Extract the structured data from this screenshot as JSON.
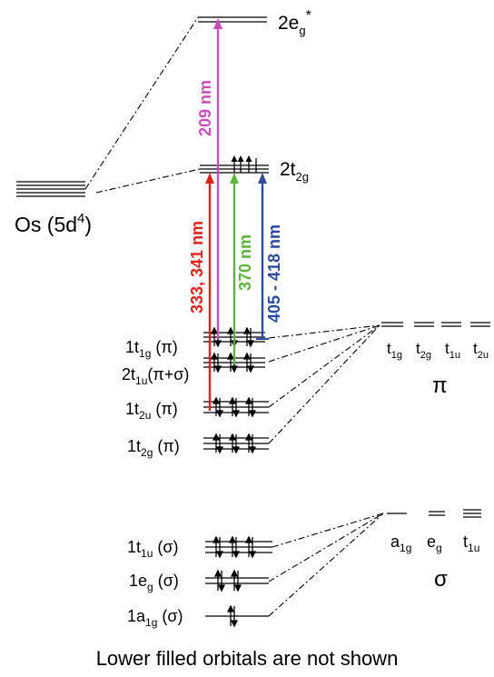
{
  "metal": {
    "label": "Os (5d",
    "config_sup": "4",
    "label_close": ")"
  },
  "levels": {
    "eg_star": {
      "main": "2e",
      "sub": "g",
      "sup": "*"
    },
    "t2g": {
      "main": "2t",
      "sub": "2g"
    },
    "pi_1t1g": {
      "main": "1t",
      "sub": "1g",
      "tail": " (π)"
    },
    "pi_2t1u": {
      "main": "2t",
      "sub": "1u",
      "tail": "(π+σ)"
    },
    "pi_1t2u": {
      "main": "1t",
      "sub": "2u",
      "tail": " (π)"
    },
    "pi_1t2g": {
      "main": "1t",
      "sub": "2g",
      "tail": " (π)"
    },
    "sig_1t1u": {
      "main": "1t",
      "sub": "1u",
      "tail": " (σ)"
    },
    "sig_1eg": {
      "main": "1e",
      "sub": "g",
      "tail": " (σ)"
    },
    "sig_1a1g": {
      "main": "1a",
      "sub": "1g",
      "tail": " (σ)"
    }
  },
  "transitions": [
    {
      "label": "209 nm",
      "color": "#c94fb8"
    },
    {
      "label": "333, 341 nm",
      "color": "#e0201b"
    },
    {
      "label": "370 nm",
      "color": "#5db43c"
    },
    {
      "label": "405 - 418 nm",
      "color": "#2b4c9e"
    }
  ],
  "ligand_pi": {
    "symbol": "π",
    "orbitals": [
      {
        "main": "t",
        "sub": "1g"
      },
      {
        "main": "t",
        "sub": "2g"
      },
      {
        "main": "t",
        "sub": "1u"
      },
      {
        "main": "t",
        "sub": "2u"
      }
    ]
  },
  "ligand_sigma": {
    "symbol": "σ",
    "orbitals": [
      {
        "main": "a",
        "sub": "1g"
      },
      {
        "main": "e",
        "sub": "g"
      },
      {
        "main": "t",
        "sub": "1u"
      }
    ]
  },
  "footnote": "Lower filled orbitals are not shown"
}
